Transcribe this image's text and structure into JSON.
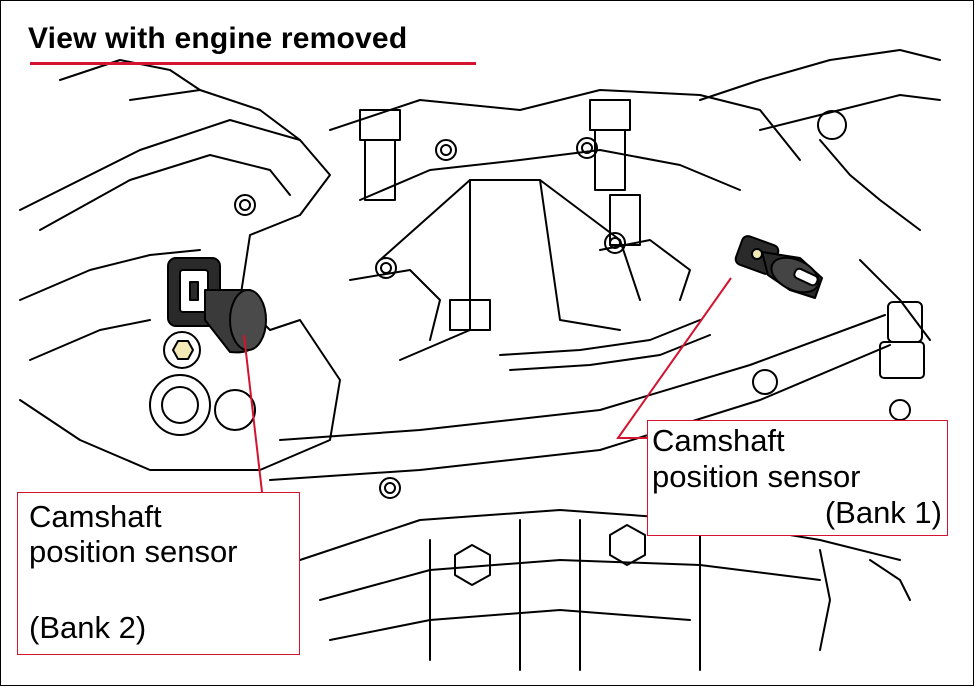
{
  "heading": "View with engine removed",
  "callouts": {
    "bank2": {
      "line1": "Camshaft",
      "line2": "position sensor",
      "line3": "(Bank 2)"
    },
    "bank1": {
      "line1": "Camshaft",
      "line2": "position sensor",
      "line3": "(Bank 1)"
    }
  },
  "colors": {
    "callout": "#d3132f",
    "sensor": "#2a2a2a",
    "bolt": "#f3e9b6",
    "linework": "#000000"
  }
}
